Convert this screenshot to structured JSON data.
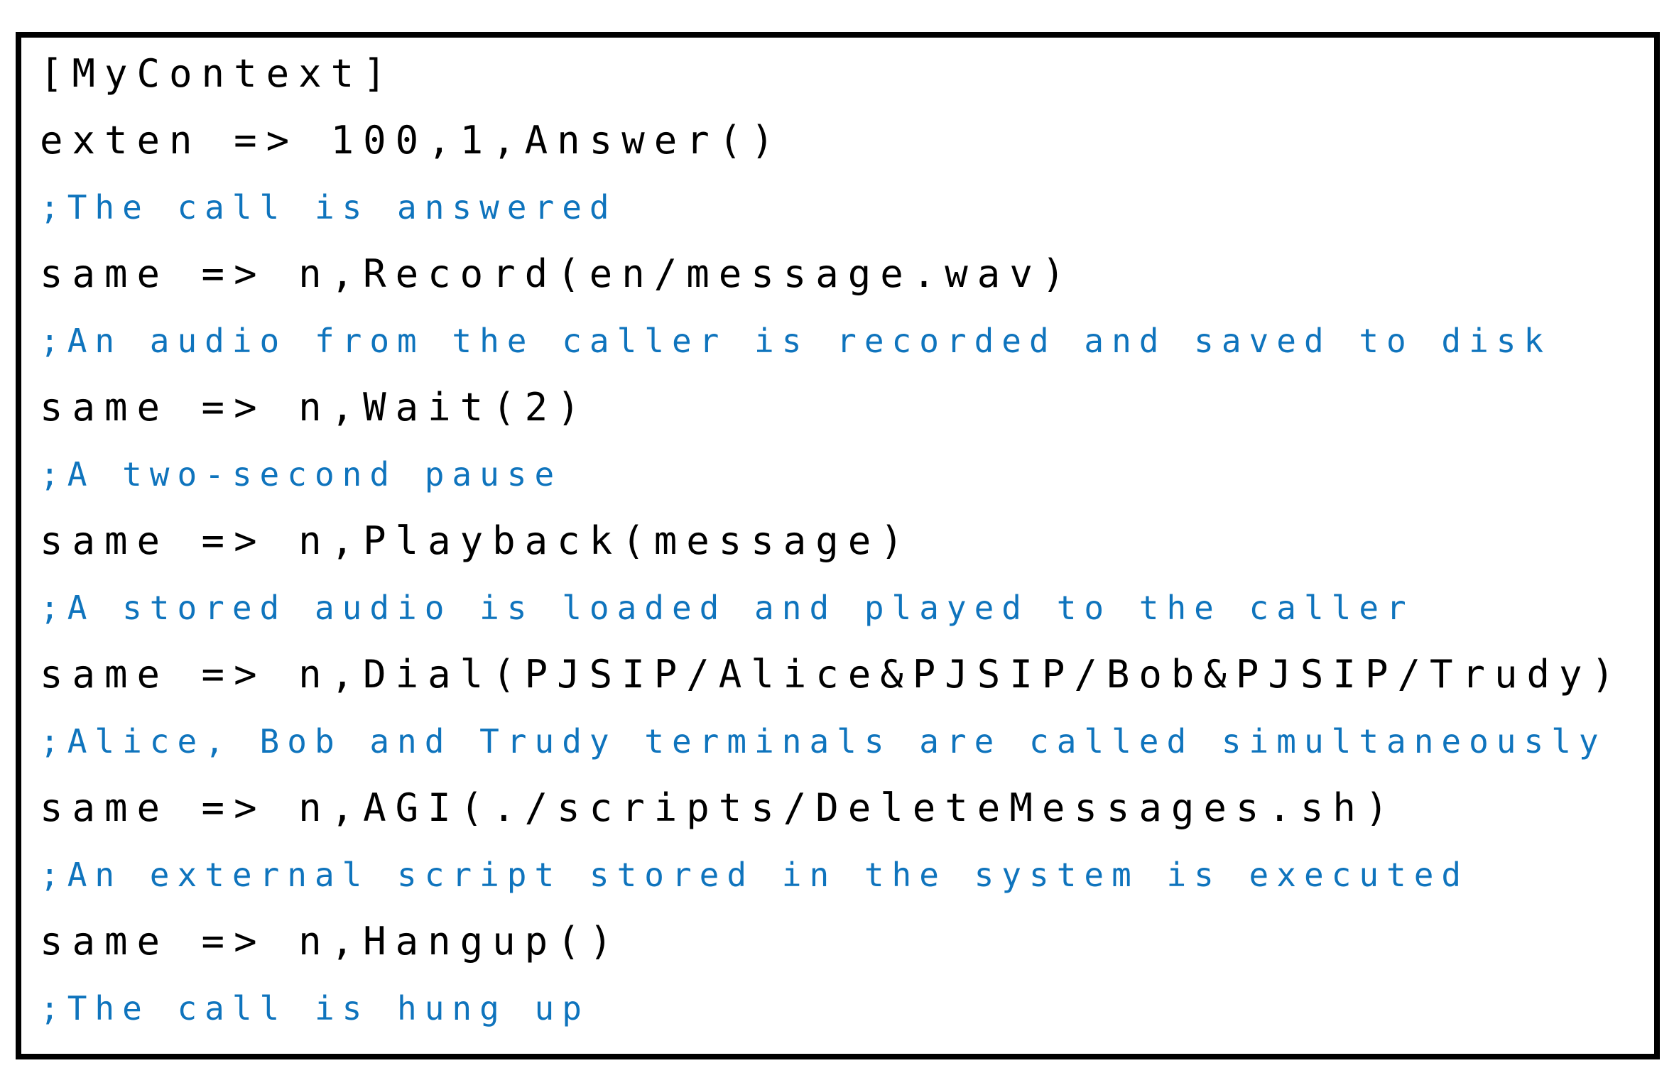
{
  "frame": {
    "background": "#ffffff",
    "border_color": "#000000"
  },
  "colors": {
    "code": "#000000",
    "comment": "#0f74bd"
  },
  "lines": [
    {
      "type": "code",
      "text": "[MyContext]"
    },
    {
      "type": "code",
      "text": "exten => 100,1,Answer()"
    },
    {
      "type": "comment",
      "text": ";The call is answered"
    },
    {
      "type": "code",
      "text": "same => n,Record(en/message.wav)"
    },
    {
      "type": "comment",
      "text": ";An audio from the caller is recorded and saved to disk"
    },
    {
      "type": "code",
      "text": "same => n,Wait(2)"
    },
    {
      "type": "comment",
      "text": ";A two-second pause"
    },
    {
      "type": "code",
      "text": "same => n,Playback(message)"
    },
    {
      "type": "comment",
      "text": ";A stored audio is loaded and played to the caller"
    },
    {
      "type": "code",
      "text": "same => n,Dial(PJSIP/Alice&PJSIP/Bob&PJSIP/Trudy)"
    },
    {
      "type": "comment",
      "text": ";Alice, Bob and Trudy terminals are called simultaneously"
    },
    {
      "type": "code",
      "text": "same => n,AGI(./scripts/DeleteMessages.sh)"
    },
    {
      "type": "comment",
      "text": ";An external script stored in the system is executed"
    },
    {
      "type": "code",
      "text": "same => n,Hangup()"
    },
    {
      "type": "comment",
      "text": ";The call is hung up"
    }
  ]
}
